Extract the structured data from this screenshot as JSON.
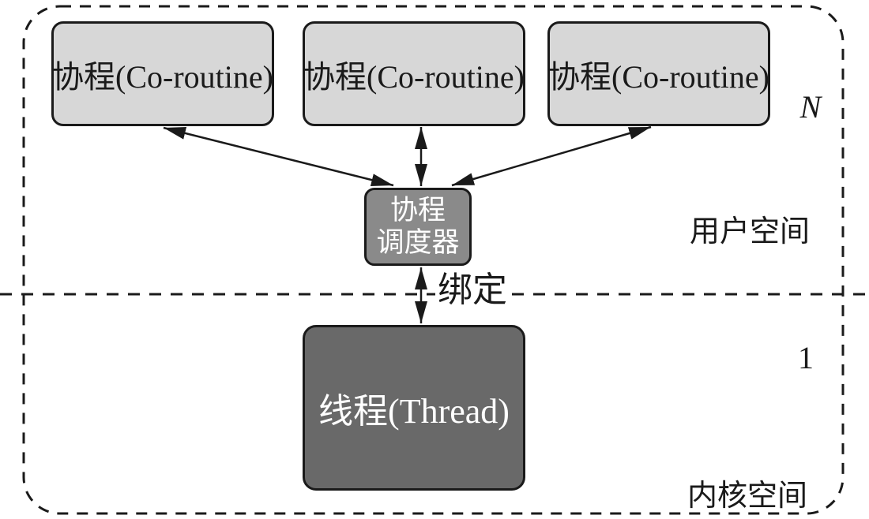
{
  "diagram": {
    "title_implied": "coroutine-thread-scheduling-diagram",
    "coroutine_boxes": [
      {
        "label": "协程(Co-routine)"
      },
      {
        "label": "协程(Co-routine)"
      },
      {
        "label": "协程(Co-routine)"
      }
    ],
    "scheduler": {
      "lines": [
        "协程",
        "调度器"
      ]
    },
    "thread": {
      "label": "线程(Thread)"
    },
    "binding_label": "绑定",
    "annotations": {
      "user_space_count": "N",
      "user_space_label": "用户空间",
      "kernel_space_count": "1",
      "kernel_space_label": "内核空间"
    },
    "colors": {
      "coroutine_box_fill": "#d7d7d7",
      "scheduler_fill": "#8a8a8a",
      "thread_fill": "#696969",
      "border": "#1a1a1a",
      "text_dark": "#1a1a1a",
      "text_light": "#ffffff",
      "background": "#ffffff"
    }
  }
}
